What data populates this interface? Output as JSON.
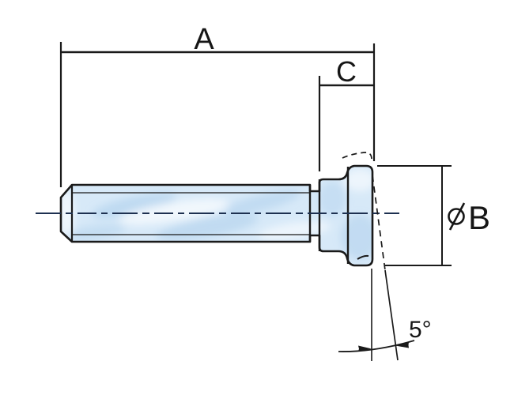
{
  "drawing": {
    "type": "engineering-dimension-drawing",
    "subject": "flanged stud side view",
    "labels": {
      "overall_length": "A",
      "head_depth": "C",
      "head_diameter": "⌀B",
      "head_diameter_letter": "B",
      "face_angle": "5°"
    },
    "colors": {
      "line": "#1a1a1a",
      "body_fill": "#d7e9f8",
      "body_shade": "#9cc3e6",
      "centerline": "#1d3050",
      "background": "#ffffff"
    }
  }
}
